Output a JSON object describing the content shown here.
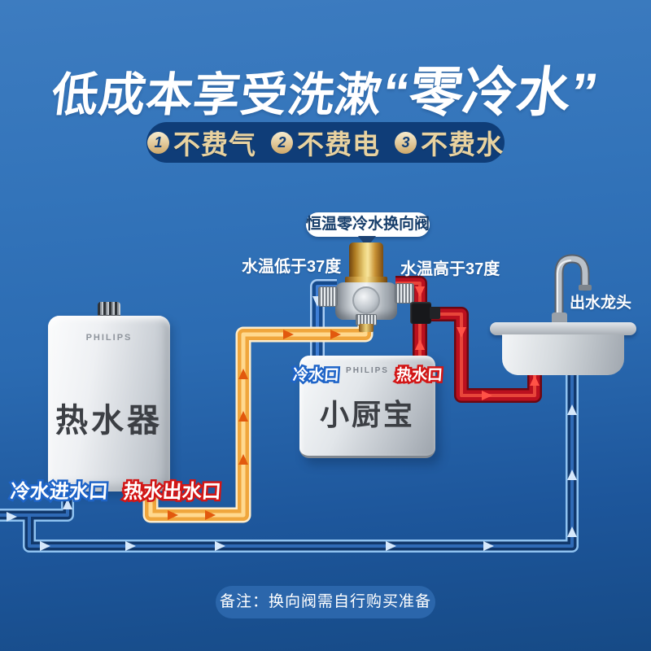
{
  "title": {
    "part1": "低成本享受洗漱",
    "part2": "“零冷水”"
  },
  "benefits": {
    "items": [
      {
        "num": "1",
        "label": "不费气"
      },
      {
        "num": "2",
        "label": "不费电"
      },
      {
        "num": "3",
        "label": "不费水"
      }
    ]
  },
  "diagram": {
    "valve_label": "恒温零冷水换向阀",
    "temp_low": "水温低于37度",
    "temp_high": "水温高于37度",
    "faucet_label": "出水龙头",
    "heater": {
      "brand": "PHILIPS",
      "name": "热水器",
      "cold_inlet": "冷水进水口",
      "hot_outlet": "热水出水口"
    },
    "kitchen_unit": {
      "brand": "PHILIPS",
      "name": "小厨宝",
      "cold_port": "冷水口",
      "hot_port": "热水口"
    }
  },
  "note": "备注：换向阀需自行购买准备",
  "colors": {
    "background_top": "#3b79c0",
    "background_bottom": "#154a85",
    "cold_stroke": "#1e64c8",
    "hot_stroke": "#d21616",
    "warm_pipe": "#f0a63c",
    "cold_pipe_dark": "#11386c",
    "hot_pipe": "#bb101f",
    "badge_bg": "#0f3d78",
    "gold_text": "#e8d2a0",
    "label_navy": "#173e6b"
  }
}
